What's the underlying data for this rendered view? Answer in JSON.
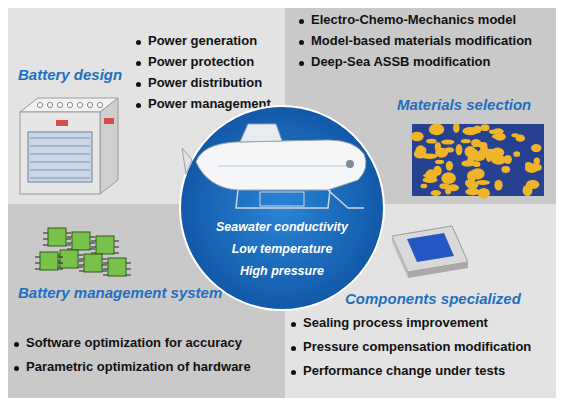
{
  "diagram": {
    "nodes": [
      {
        "text": [
          "Battery design",
          "Power generation",
          "Power protection",
          "Power distribution",
          "Power management"
        ]
      },
      {
        "text": [
          "Electro-Chemo-Mechanics model",
          "Model-based materials modification",
          "Deep-Sea ASSB modification",
          "Materials selection"
        ]
      },
      {
        "text": [
          "Battery management system",
          "Software optimization for accuracy",
          "Parametric optimization of hardware"
        ]
      },
      {
        "text": [
          "Components specialized",
          "Sealing process improvement",
          "Pressure compensation modification",
          "Performance change under tests"
        ]
      },
      {
        "text": [
          "Seawater conductivity",
          "Low temperature",
          "High pressure"
        ]
      }
    ]
  }
}
